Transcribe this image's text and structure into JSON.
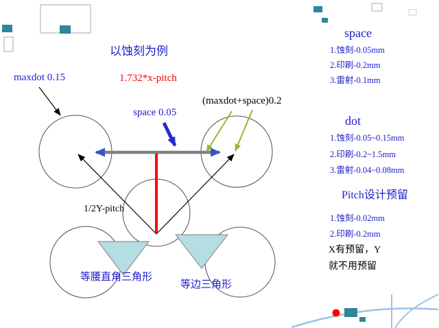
{
  "title": "以蚀刻为例",
  "labels": {
    "maxdot": "maxdot 0.15",
    "pitch_formula": "1.732*x-pitch",
    "space": "space 0.05",
    "maxdot_plus_space": "(maxdot+space)0.2",
    "half_y_pitch": "1/2Y-pitch",
    "isosceles": "等腰直角三角形",
    "equilateral": "等边三角形"
  },
  "sidebar": {
    "space": {
      "heading": "space",
      "items": [
        "1.蚀刻-0.05mm",
        "2.印刷-0.2mm",
        "3.雷射-0.1mm"
      ]
    },
    "dot": {
      "heading": "dot",
      "items": [
        "1.蚀刻-0.05~0.15mm",
        "2.印刷-0.2~1.5mm",
        "3.雷射-0.04~0.08mm"
      ]
    },
    "pitch": {
      "heading": "Pitch设计预留",
      "items": [
        "1.蚀刻-0.02mm",
        "2.印刷-0.2mm"
      ]
    },
    "note": [
      "X有预留，Y",
      "就不用预留"
    ]
  },
  "colors": {
    "text_blue": "#1c1ccc",
    "text_red": "#ff0000",
    "arrow_red": "#ff0000",
    "arrow_green": "#8fbc2e",
    "arrow_blue": "#2929cc",
    "double_arrow_shaft": "#7f7f7f",
    "double_arrow_head": "#3355cc",
    "circle_stroke": "#4d4d4d",
    "triangle_fill": "#b4dde4",
    "triangle_stroke": "#808080",
    "decor_teal": "#31859b",
    "decor_outline": "#c6c6c6",
    "decor_curve": "#9cc2e5",
    "decor_red_dot": "#ff0000"
  }
}
